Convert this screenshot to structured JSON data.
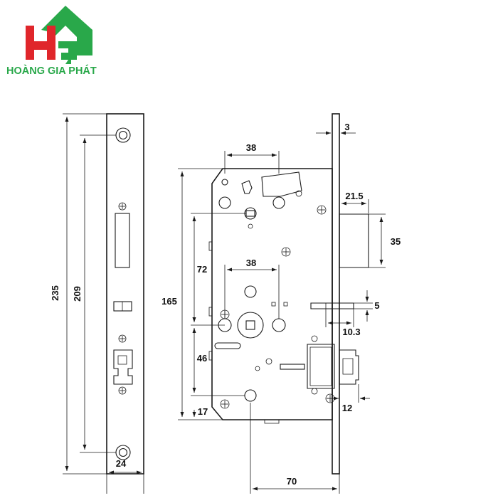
{
  "brand": {
    "name": "HOÀNG GIA PHÁT",
    "colors": {
      "red": "#e0262b",
      "green": "#29a84a"
    }
  },
  "dimensions": {
    "faceplate_height": "235",
    "hole_spacing": "209",
    "faceplate_width": "24",
    "backset_top": "38",
    "body_height": "165",
    "upper_spacing": "72",
    "lower_spacing": "46",
    "bottom_offset": "17",
    "handle_to_cylinder": "38",
    "faceplate_thickness": "3",
    "latch_projection": "21.5",
    "latch_height": "35",
    "deadbolt_height": "5",
    "deadbolt_projection": "10.3",
    "auxiliary_projection": "12",
    "backset": "70"
  }
}
